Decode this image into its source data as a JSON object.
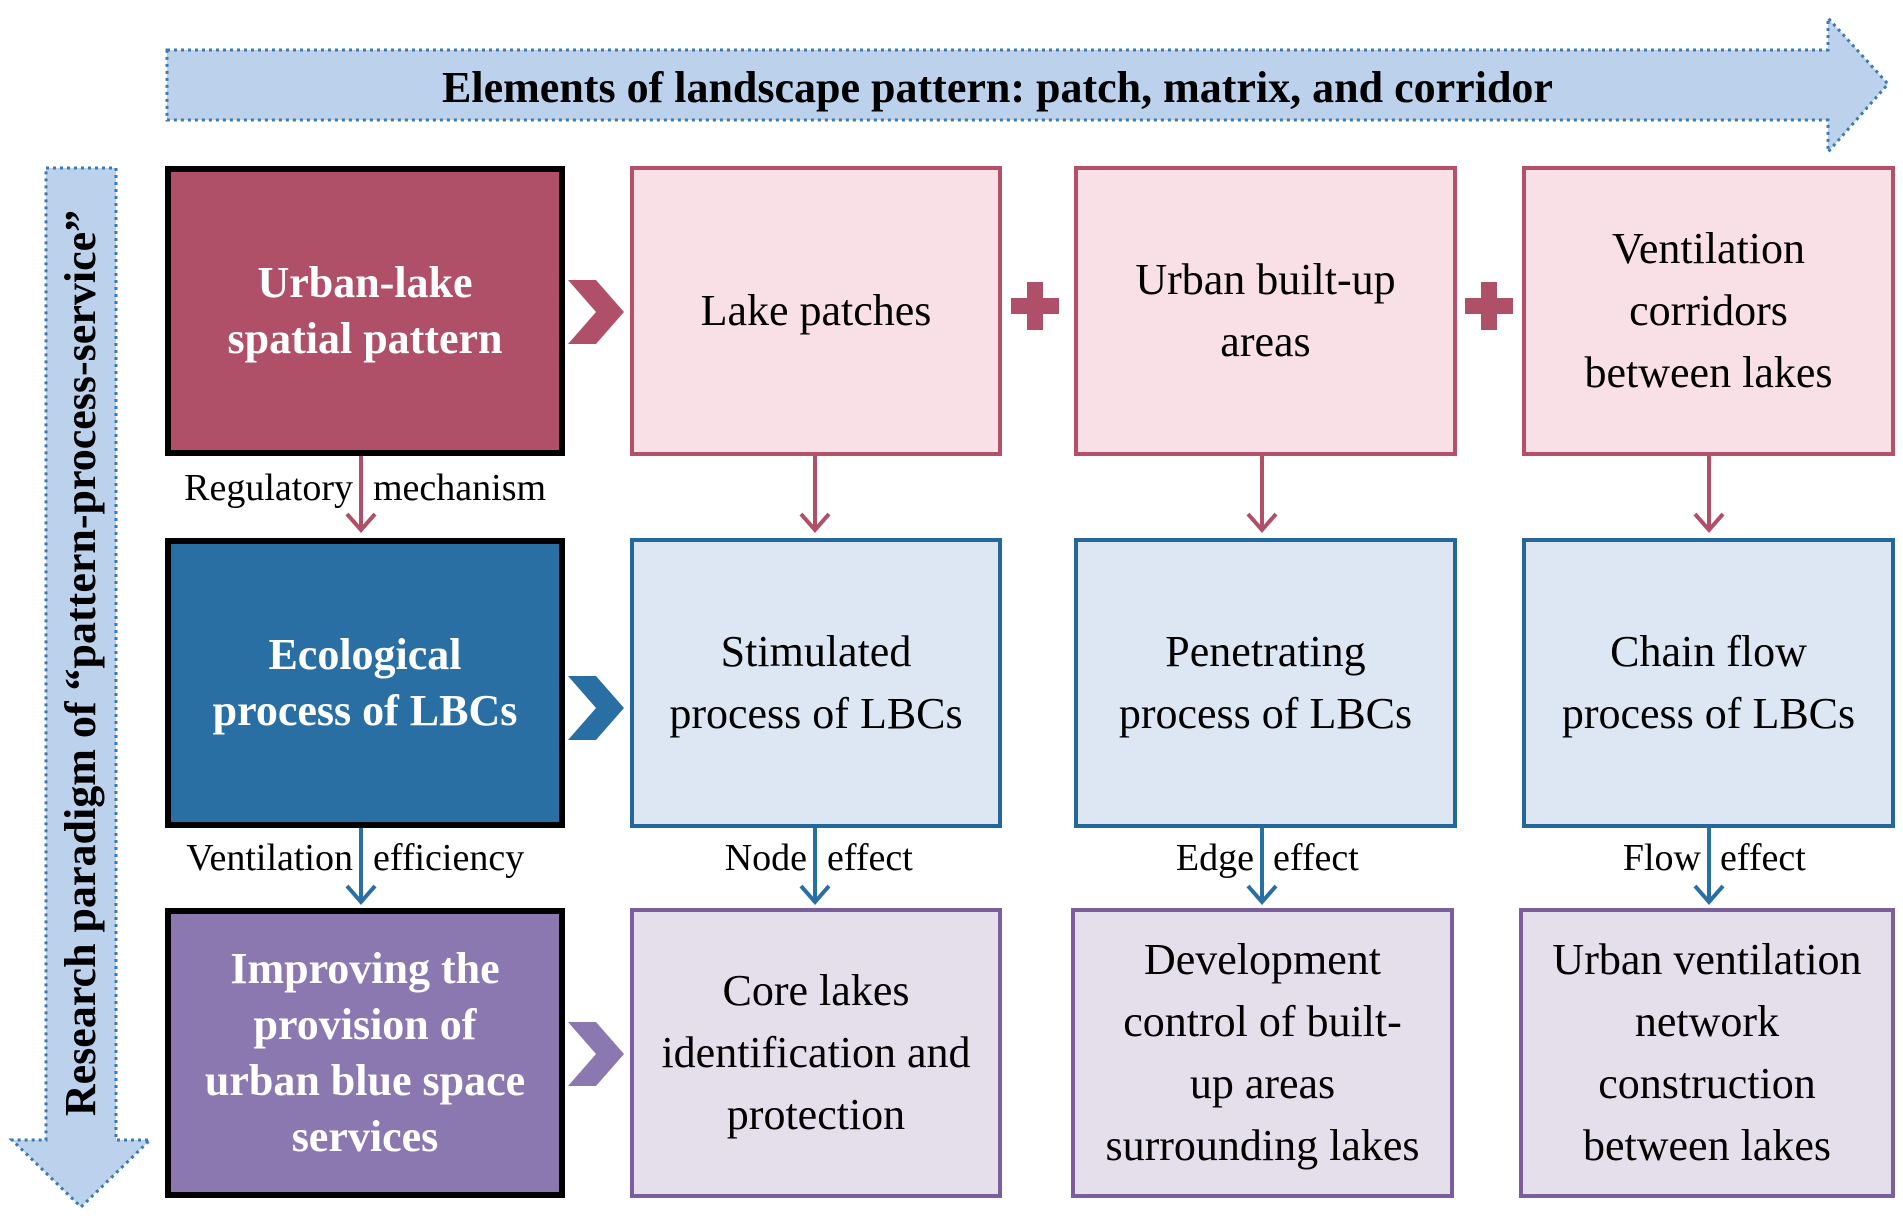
{
  "header_arrow": {
    "label": "Elements of landscape pattern: patch, matrix, and corridor"
  },
  "side_arrow": {
    "label": "Research paradigm of “pattern-process-service”"
  },
  "rows": [
    {
      "lead": "Urban-lake\nspatial pattern",
      "cells": [
        "Lake patches",
        "Urban built-up\nareas",
        "Ventilation\ncorridors\nbetween lakes"
      ]
    },
    {
      "lead": "Ecological\nprocess of LBCs",
      "cells": [
        "Stimulated\nprocess of LBCs",
        "Penetrating\nprocess of LBCs",
        "Chain flow\nprocess of LBCs"
      ]
    },
    {
      "lead": "Improving the\nprovision of\nurban blue space\nservices",
      "cells": [
        "Core lakes\nidentification and\nprotection",
        "Development\ncontrol of built-\nup areas\nsurrounding lakes",
        "Urban ventilation\nnetwork\nconstruction\nbetween lakes"
      ]
    }
  ],
  "connector_labels": {
    "row1_to_row2": {
      "left": "Regulatory",
      "right": "mechanism"
    },
    "row2_to_row3": [
      {
        "left": "Ventilation",
        "right": "efficiency"
      },
      {
        "left": "Node",
        "right": "effect"
      },
      {
        "left": "Edge",
        "right": "effect"
      },
      {
        "left": "Flow",
        "right": "effect"
      }
    ]
  },
  "colors": {
    "pink_dark": "#b05068",
    "pink_light": "#f9e0e6",
    "blue_dark": "#2a6fa4",
    "blue_light": "#dde7f4",
    "purple_dark": "#8b78b0",
    "purple_light": "#e5dfec",
    "arrow_fill": "#bcd1ec",
    "arrow_stroke": "#3a7ab5"
  }
}
